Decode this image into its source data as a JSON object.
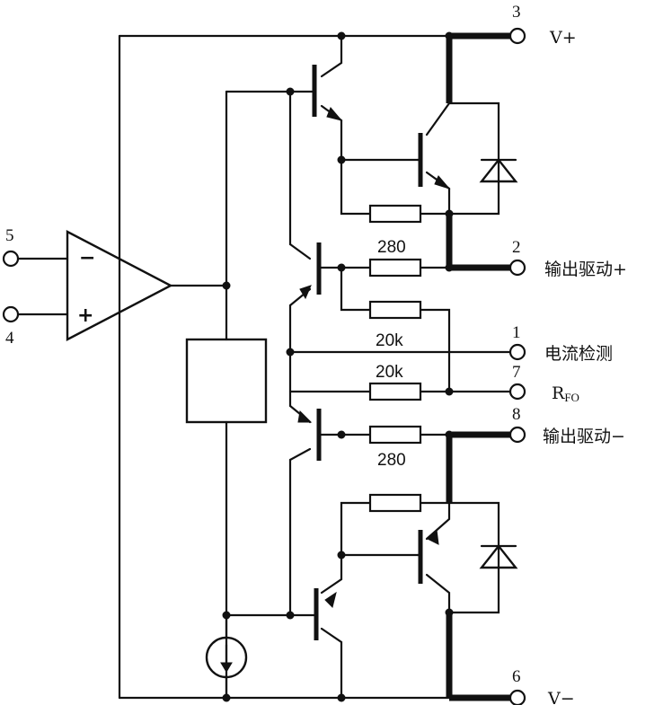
{
  "pins": [
    {
      "id": "p3",
      "number": "3",
      "label": "V+"
    },
    {
      "id": "p2",
      "number": "2",
      "label": "输出驱动+"
    },
    {
      "id": "p1",
      "number": "1",
      "label": "电流检测"
    },
    {
      "id": "p7",
      "number": "7",
      "label_main": "R",
      "label_sub": "FO"
    },
    {
      "id": "p8",
      "number": "8",
      "label": "输出驱动−"
    },
    {
      "id": "p6",
      "number": "6",
      "label": "V−"
    },
    {
      "id": "p5",
      "number": "5"
    },
    {
      "id": "p4",
      "number": "4"
    }
  ],
  "op_amp": {
    "inverting_sign": "−",
    "noninverting_sign": "+"
  },
  "resistors": {
    "r_top_out": "280",
    "r_sense_top": "20k",
    "r_sense_bottom": "20k",
    "r_bottom_out": "280"
  }
}
